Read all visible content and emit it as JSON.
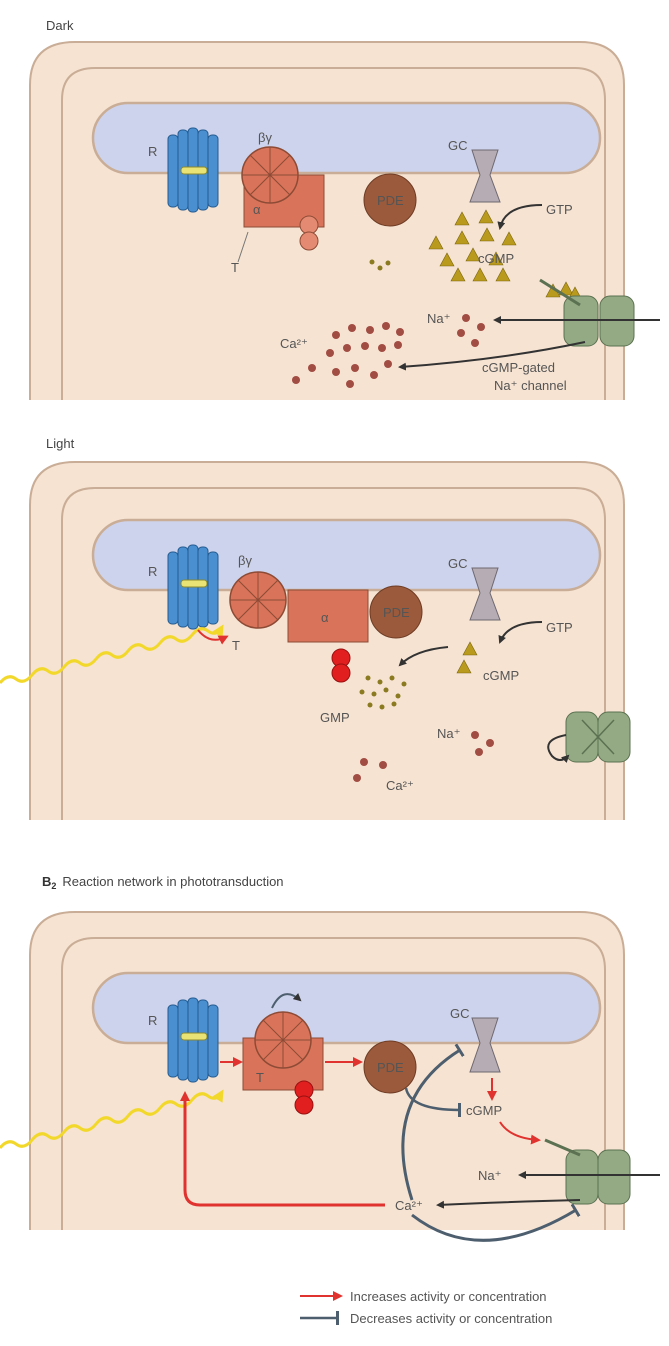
{
  "panels": {
    "dark": {
      "heading": "Dark",
      "labels": {
        "rhodopsin": "R",
        "beta_gamma": "βγ",
        "alpha": "α",
        "transducin": "T",
        "pde": "PDE",
        "gc": "GC",
        "gtp": "GTP",
        "cgmp": "cGMP",
        "na": "Na⁺",
        "ca": "Ca²⁺",
        "channel_line1": "cGMP-gated",
        "channel_line2": "Na⁺ channel"
      }
    },
    "light": {
      "heading": "Light",
      "labels": {
        "rhodopsin": "R",
        "beta_gamma": "βγ",
        "alpha": "α",
        "transducin": "T",
        "pde": "PDE",
        "gc": "GC",
        "gtp": "GTP",
        "cgmp": "cGMP",
        "gmp": "GMP",
        "na": "Na⁺",
        "ca": "Ca²⁺"
      }
    },
    "network": {
      "heading_prefix": "B",
      "heading_sub": "2",
      "heading_text": "Reaction network in phototransduction",
      "labels": {
        "rhodopsin": "R",
        "transducin": "T",
        "pde": "PDE",
        "gc": "GC",
        "cgmp": "cGMP",
        "na": "Na⁺",
        "ca": "Ca²⁺"
      }
    }
  },
  "legend": {
    "increase": "Increases activity or concentration",
    "decrease": "Decreases activity or concentration"
  },
  "colors": {
    "cell": "#f6e3d2",
    "cell_border": "#c9ad96",
    "disk": "#cdd3ec",
    "rhodopsin": "#4a8fd0",
    "transducin": "#d9745a",
    "pde": "#9b5a3b",
    "gc": "#b5acb4",
    "channel": "#93aa84",
    "cgmp": "#b99a1c",
    "ion": "#a14d43",
    "activate": "#e0322e",
    "inhibit": "#4d5e6e",
    "light": "#f2d82a"
  }
}
